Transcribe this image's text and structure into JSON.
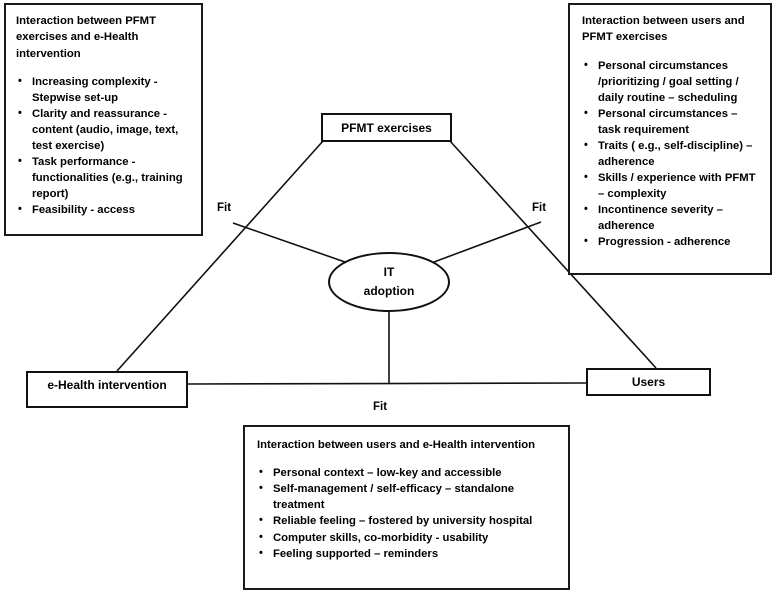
{
  "diagram": {
    "nodes": {
      "pfmt": "PFMT exercises",
      "ehealth": "e-Health intervention",
      "users": "Users",
      "center_line1": "IT",
      "center_line2": "adoption"
    },
    "edge_labels": {
      "left_fit": "Fit",
      "right_fit": "Fit",
      "bottom_fit": "Fit"
    },
    "boxes": {
      "top_left": {
        "title": "Interaction between PFMT exercises and e-Health intervention",
        "items": [
          "Increasing complexity - Stepwise set-up",
          "Clarity and reassurance - content (audio, image, text, test exercise)",
          "Task performance - functionalities (e.g., training report)",
          "Feasibility - access"
        ]
      },
      "top_right": {
        "title": "Interaction between users and PFMT exercises",
        "items": [
          "Personal circumstances /prioritizing / goal setting / daily routine – scheduling",
          "Personal circumstances – task requirement",
          "Traits ( e.g., self-discipline) – adherence",
          "Skills / experience with PFMT – complexity",
          "Incontinence severity – adherence",
          "Progression - adherence"
        ]
      },
      "bottom": {
        "title": "Interaction between users and e-Health intervention",
        "items": [
          "Personal context – low-key and accessible",
          "Self-management / self-efficacy – standalone treatment",
          "Reliable feeling – fostered by university hospital",
          "Computer skills, co-morbidity - usability",
          "Feeling supported – reminders"
        ]
      }
    },
    "colors": {
      "line": "#111111",
      "text": "#000000",
      "background": "#ffffff"
    }
  }
}
